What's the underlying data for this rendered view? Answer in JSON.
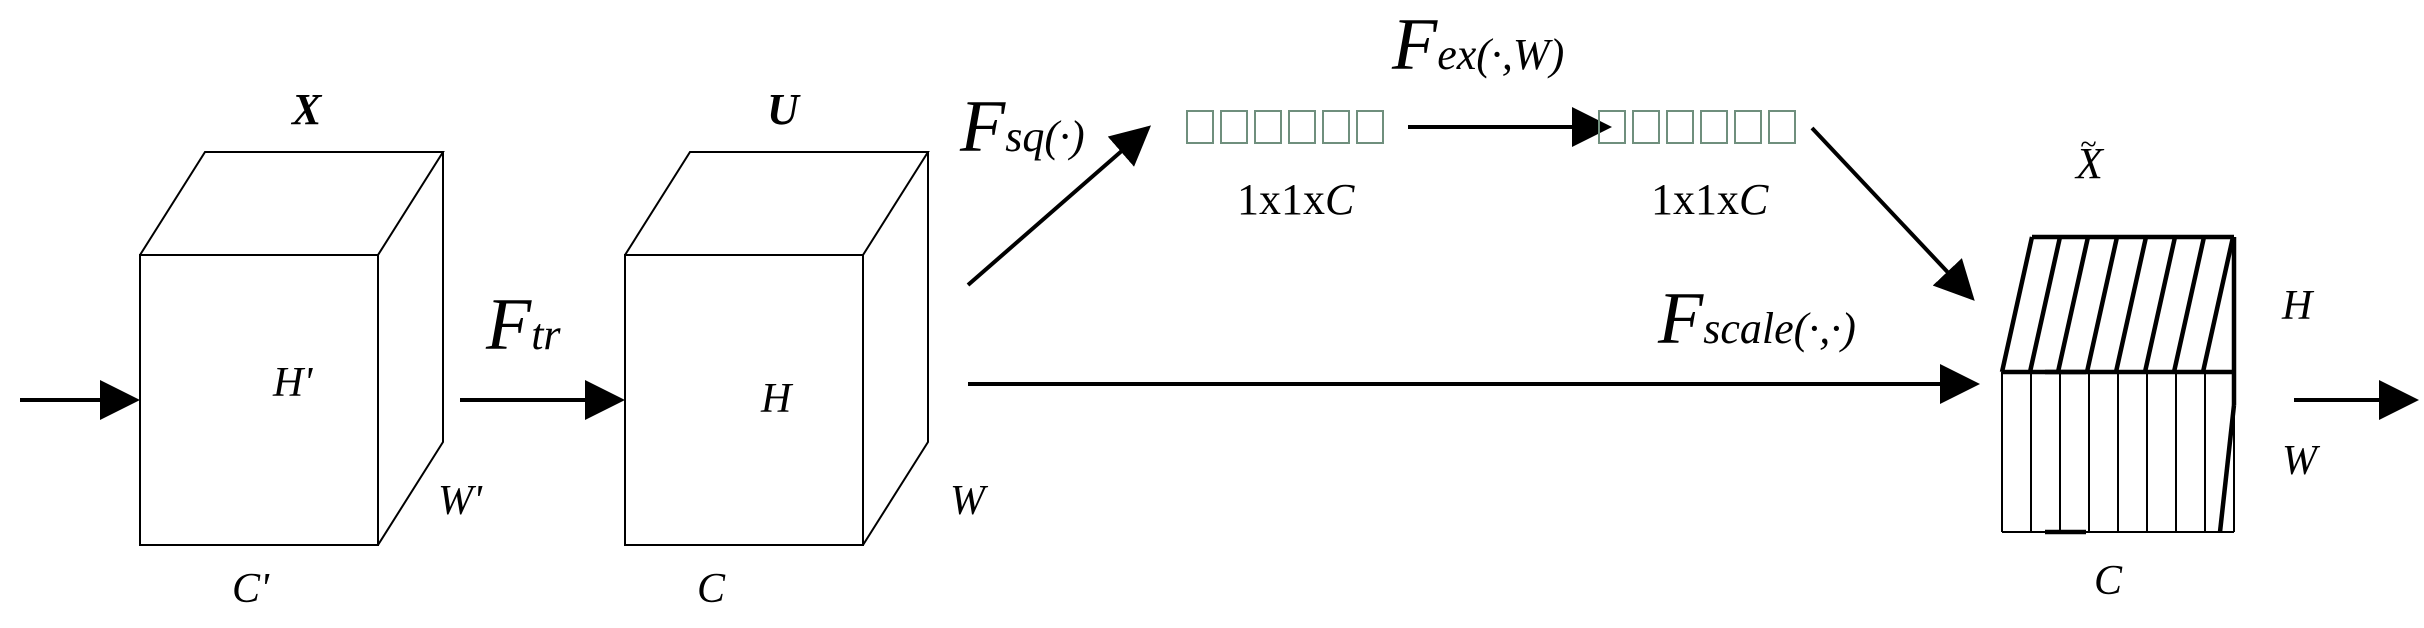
{
  "tensors": {
    "input": {
      "name": "X",
      "height": "H'",
      "width": "W'",
      "channels": "C'"
    },
    "transformed": {
      "name": "U",
      "height": "H",
      "width": "W",
      "channels": "C"
    },
    "output": {
      "name": "X",
      "name_accent": "~",
      "height": "H",
      "width": "W",
      "channels": "C"
    }
  },
  "operations": {
    "transform": {
      "symbol": "F",
      "subscript": "tr"
    },
    "squeeze": {
      "symbol": "F",
      "subscript": "sq(·)"
    },
    "excitation": {
      "symbol": "F",
      "subscript": "ex(·,W)"
    },
    "scale": {
      "symbol": "F",
      "subscript": "scale(·,·)"
    }
  },
  "vectors": {
    "squeezed": {
      "shape_prefix": "1x1x",
      "shape_var": "C"
    },
    "excited": {
      "shape_prefix": "1x1x",
      "shape_var": "C"
    }
  },
  "colors": {
    "placeholder_box": "#6f8f7d"
  }
}
